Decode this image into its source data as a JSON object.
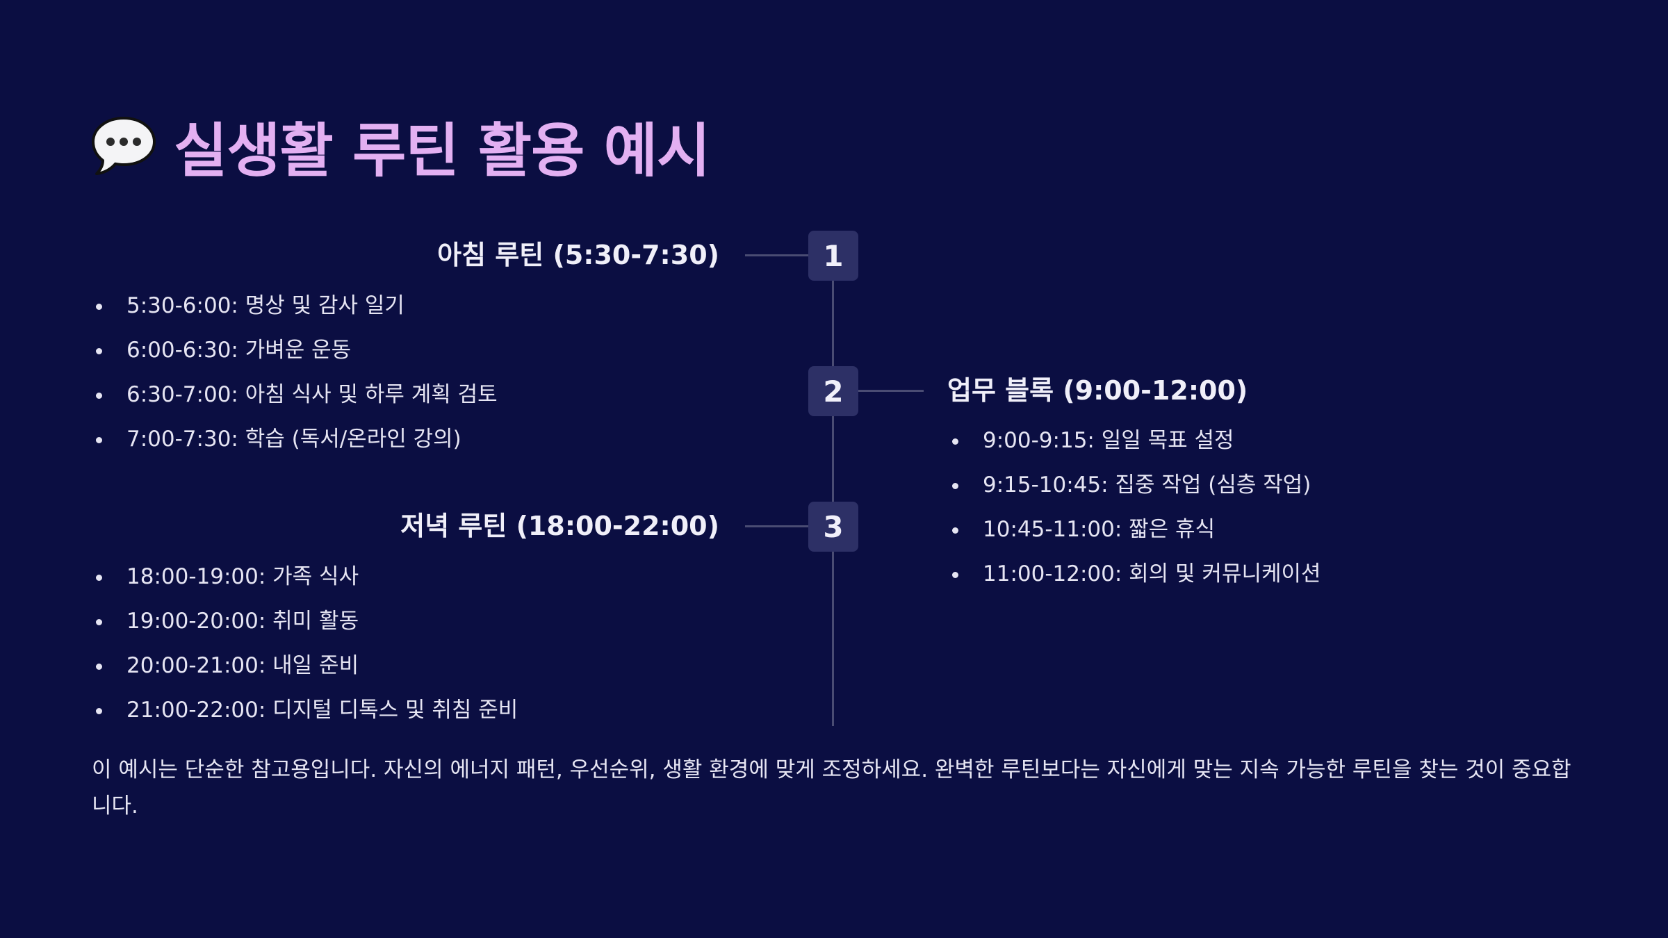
{
  "title": {
    "icon": "speech-bubble-icon",
    "text": "실생활 루틴 활용 예시",
    "color": "#e3b0f2"
  },
  "theme": {
    "background": "#0b0e42",
    "badge": "#2d3066",
    "line": "#4a4c73"
  },
  "steps": [
    {
      "number": "1",
      "heading": "아침 루틴 (5:30-7:30)",
      "items": [
        "5:30-6:00: 명상 및 감사 일기",
        "6:00-6:30: 가벼운 운동",
        "6:30-7:00: 아침 식사 및 하루 계획 검토",
        "7:00-7:30: 학습 (독서/온라인 강의)"
      ]
    },
    {
      "number": "2",
      "heading": "업무 블록 (9:00-12:00)",
      "items": [
        "9:00-9:15: 일일 목표 설정",
        "9:15-10:45: 집중 작업 (심층 작업)",
        "10:45-11:00: 짧은 휴식",
        "11:00-12:00: 회의 및 커뮤니케이션"
      ]
    },
    {
      "number": "3",
      "heading": "저녁 루틴 (18:00-22:00)",
      "items": [
        "18:00-19:00: 가족 식사",
        "19:00-20:00: 취미 활동",
        "20:00-21:00: 내일 준비",
        "21:00-22:00: 디지털 디톡스 및 취침 준비"
      ]
    }
  ],
  "footnote": "이 예시는 단순한 참고용입니다. 자신의 에너지 패턴, 우선순위, 생활 환경에 맞게 조정하세요. 완벽한 루틴보다는 자신에게 맞는 지속 가능한 루틴을 찾는 것이 중요합니다."
}
